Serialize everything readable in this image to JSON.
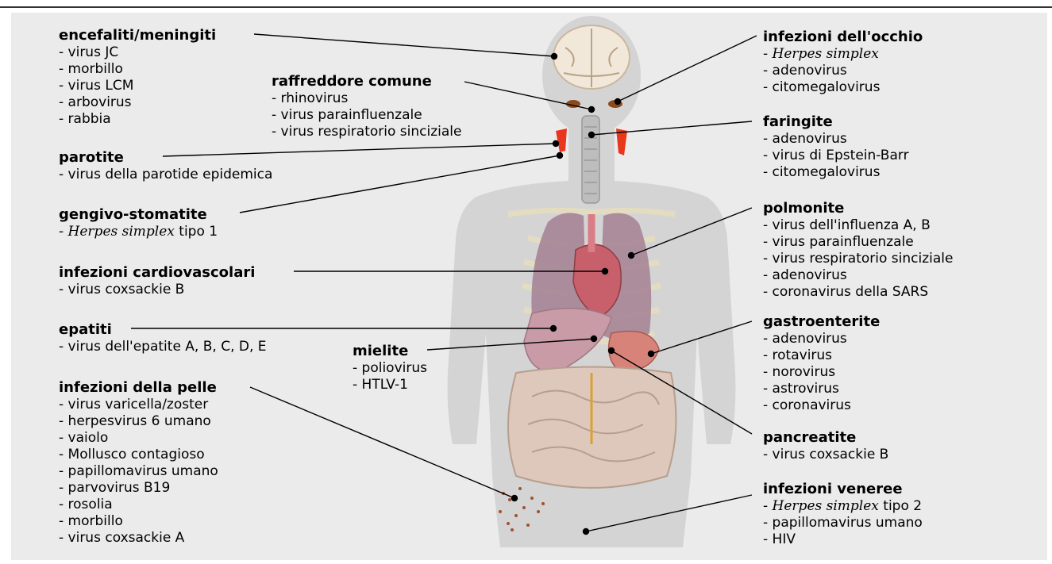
{
  "brain": {
    "title": "encefaliti/meningiti",
    "items": [
      "- virus JC",
      "- morbillo",
      "- virus LCM",
      "- arbovirus",
      "- rabbia"
    ]
  },
  "cold": {
    "title": "raffreddore comune",
    "items": [
      "- rhinovirus",
      "- virus parainfluenzale",
      "- virus respiratorio sinciziale"
    ]
  },
  "parotitis": {
    "title": "parotite",
    "items": [
      "- virus della parotide epidemica"
    ]
  },
  "gingivo": {
    "title": "gengivo-stomatite",
    "item_prefix": "- ",
    "item_italic": "Herpes simplex",
    "item_suffix": " tipo 1"
  },
  "cardio": {
    "title": "infezioni cardiovascolari",
    "items": [
      "- virus coxsackie B"
    ]
  },
  "hepatitis": {
    "title": "epatiti",
    "items": [
      "- virus dell'epatite A, B, C, D, E"
    ]
  },
  "myelitis": {
    "title": "mielite",
    "items": [
      "- poliovirus",
      "- HTLV-1"
    ]
  },
  "skin": {
    "title": "infezioni della pelle",
    "items": [
      "- virus varicella/zoster",
      "- herpesvirus 6 umano",
      "- vaiolo",
      "- Mollusco contagioso",
      "- papillomavirus umano",
      "- parvovirus B19",
      "- rosolia",
      "- morbillo",
      "- virus coxsackie A"
    ]
  },
  "eye": {
    "title": "infezioni dell'occhio",
    "item_prefix": "- ",
    "item_italic": "Herpes simplex",
    "items": [
      "- adenovirus",
      "- citomegalovirus"
    ]
  },
  "pharyngitis": {
    "title": "faringite",
    "items": [
      "- adenovirus",
      "- virus di Epstein-Barr",
      "- citomegalovirus"
    ]
  },
  "pneumonia": {
    "title": "polmonite",
    "items": [
      "- virus dell'influenza A, B",
      "- virus parainfluenzale",
      "- virus respiratorio sinciziale",
      "- adenovirus",
      "- coronavirus della SARS"
    ]
  },
  "gastro": {
    "title": "gastroenterite",
    "items": [
      "- adenovirus",
      "- rotavirus",
      "- norovirus",
      "- astrovirus",
      "- coronavirus"
    ]
  },
  "pancreatitis": {
    "title": "pancreatite",
    "items": [
      "- virus coxsackie B"
    ]
  },
  "std": {
    "title": "infezioni veneree",
    "item_prefix": "- ",
    "item_italic": "Herpes simplex",
    "item_suffix": " tipo 2",
    "items": [
      "- papillomavirus umano",
      "- HIV"
    ]
  },
  "colors": {
    "background": "#ebebeb",
    "silhouette": "#d2d2d2",
    "lung": "#9f7f92",
    "heart": "#c7606b",
    "liver": "#c99ba6",
    "intestine": "#dcc7bb",
    "parotid": "#e8371c",
    "leader": "#000000"
  }
}
